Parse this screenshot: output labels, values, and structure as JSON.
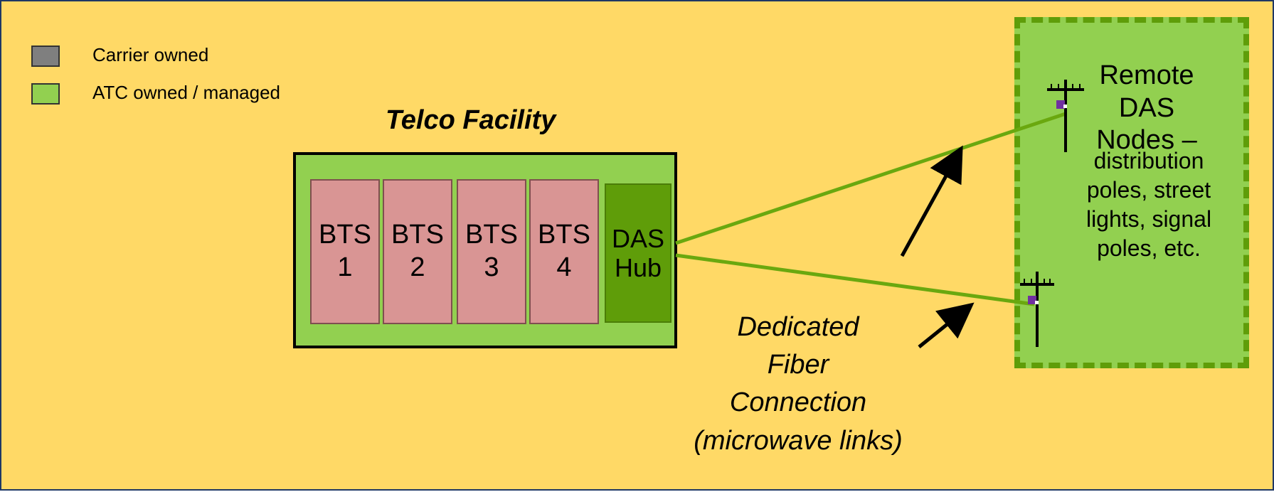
{
  "legend": {
    "items": [
      {
        "label": "Carrier owned",
        "color": "#7f7f7f"
      },
      {
        "label": "ATC owned / managed",
        "color": "#92d050"
      }
    ]
  },
  "facility": {
    "title": "Telco Facility",
    "bts": [
      {
        "line1": "BTS",
        "line2": "1"
      },
      {
        "line1": "BTS",
        "line2": "2"
      },
      {
        "line1": "BTS",
        "line2": "3"
      },
      {
        "line1": "BTS",
        "line2": "4"
      }
    ],
    "hub": {
      "line1": "DAS",
      "line2": "Hub"
    }
  },
  "remote": {
    "title_lines": [
      "Remote",
      "DAS",
      "Nodes –"
    ],
    "sub_lines": [
      "distribution",
      "poles, street",
      "lights, signal",
      "poles, etc."
    ]
  },
  "connection": {
    "label_lines": [
      "Dedicated",
      "Fiber",
      "Connection",
      "(microwave links)"
    ]
  },
  "colors": {
    "background": "#ffd966",
    "atc_green": "#92d050",
    "hub_green": "#5f9d09",
    "bts_pink": "#d99594",
    "fiber_line": "#6aa80f",
    "pole_accent": "#7030a0"
  }
}
